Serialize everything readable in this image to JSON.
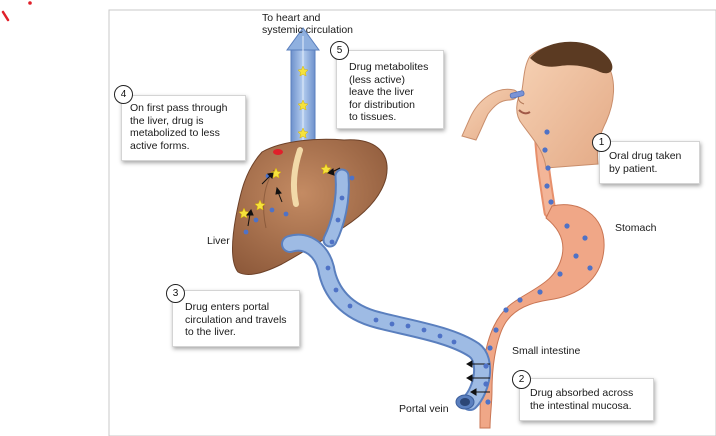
{
  "diagram": {
    "top_label": "To heart and\nsystemic circulation",
    "labels": {
      "liver": "Liver",
      "stomach": "Stomach",
      "small_intestine": "Small intestine",
      "portal_vein": "Portal vein"
    },
    "callouts": [
      {
        "number": "1",
        "text": "Oral drug taken\nby patient."
      },
      {
        "number": "2",
        "text": "Drug absorbed across\nthe intestinal mucosa."
      },
      {
        "number": "3",
        "text": "Drug enters portal\ncirculation and travels\nto the liver."
      },
      {
        "number": "4",
        "text": "On first pass through\nthe liver, drug is\nmetabolized to less\nactive forms."
      },
      {
        "number": "5",
        "text": "Drug metabolites\n(less active)\nleave the liver\nfor distribution\nto tissues."
      }
    ]
  },
  "colors": {
    "vein_blue": "#8fb0df",
    "vein_stroke": "#5a7fbe",
    "liver_brown": "#b07a55",
    "gi_tract_pink": "#f0a787",
    "skin": "#f2c4a2",
    "drug_dot": "#4f72c6",
    "metabolite_star": "#f5e23c",
    "annotation_red": "#e0202a"
  }
}
